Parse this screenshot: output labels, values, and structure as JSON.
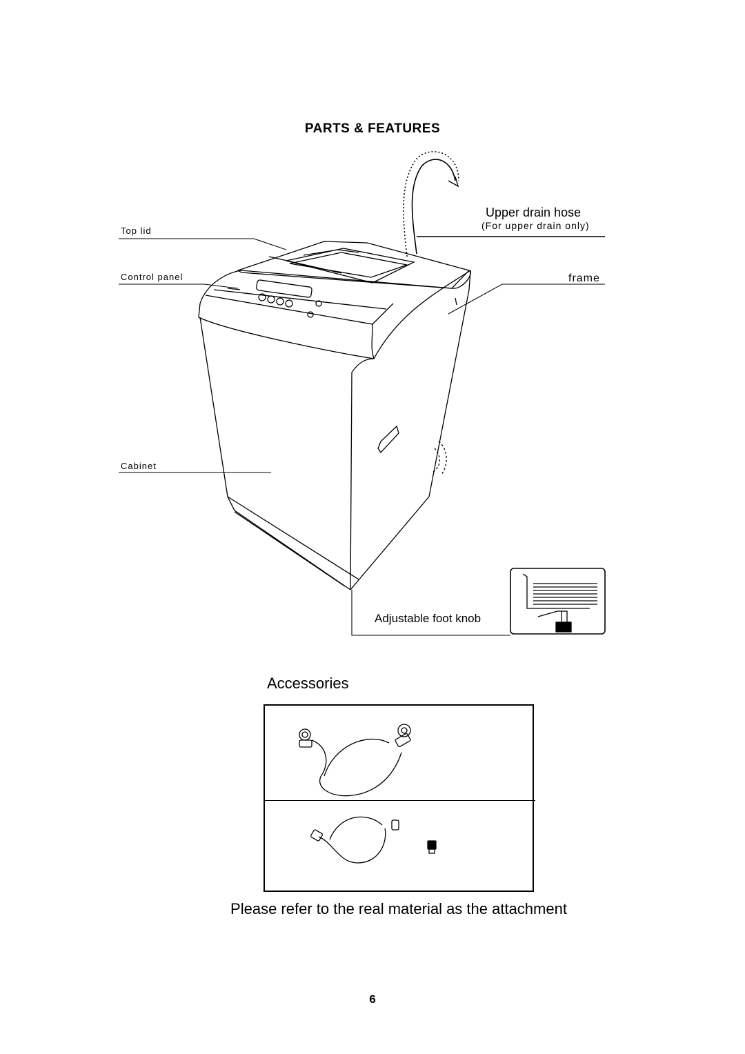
{
  "section_title": "PARTS & FEATURES",
  "labels": {
    "top_lid": "Top lid",
    "control_panel": "Control panel",
    "cabinet": "Cabinet",
    "upper_drain_hose": "Upper drain hose",
    "upper_drain_note": "(For upper drain only)",
    "frame": "frame",
    "adjustable_foot_knob": "Adjustable foot knob"
  },
  "accessories_title": "Accessories",
  "note": "Please refer to the real material as the attachment",
  "page_number": "6"
}
